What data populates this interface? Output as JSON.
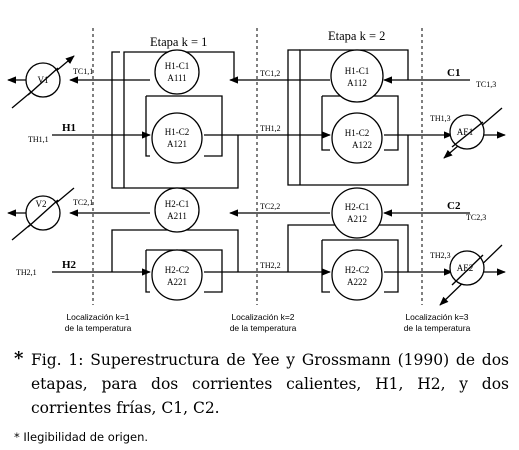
{
  "stages": [
    {
      "label": "Etapa k = 1"
    },
    {
      "label": "Etapa k = 2"
    }
  ],
  "exchangers": [
    {
      "name": "H1-C1",
      "id": "A111"
    },
    {
      "name": "H1-C2",
      "id": "A121"
    },
    {
      "name": "H2-C1",
      "id": "A211"
    },
    {
      "name": "H2-C2",
      "id": "A221"
    },
    {
      "name": "H1-C1",
      "id": "A112"
    },
    {
      "name": "H1-C2",
      "id": "A122"
    },
    {
      "name": "H2-C1",
      "id": "A212"
    },
    {
      "name": "H2-C2",
      "id": "A222"
    }
  ],
  "utilities": [
    {
      "name": "V1"
    },
    {
      "name": "V2"
    },
    {
      "name": "AE1"
    },
    {
      "name": "AE2"
    }
  ],
  "streams": {
    "h1": "H1",
    "h2": "H2",
    "c1": "C1",
    "c2": "C2"
  },
  "temperatures": {
    "th11": "TH1,1",
    "th12": "TH1,2",
    "th13": "TH1,3",
    "th21": "TH2,1",
    "th22": "TH2,2",
    "th23": "TH2,3",
    "tc11": "TC1,1",
    "tc12": "TC1,2",
    "tc13": "TC1,3",
    "tc21": "TC2,1",
    "tc22": "TC2,2",
    "tc23": "TC2,3"
  },
  "locations": [
    {
      "line1": "Localización k=1",
      "line2": "de la temperatura"
    },
    {
      "line1": "Localización k=2",
      "line2": "de la temperatura"
    },
    {
      "line1": "Localización k=3",
      "line2": "de la temperatura"
    }
  ],
  "caption": {
    "marker": "*",
    "text": "Fig.   1:  Superestructura de Yee y Grossmann (1990) de dos etapas, para dos corrientes calientes, H1, H2, y dos corrientes frías, C1, C2."
  },
  "note": "* Ilegibilidad de origen."
}
